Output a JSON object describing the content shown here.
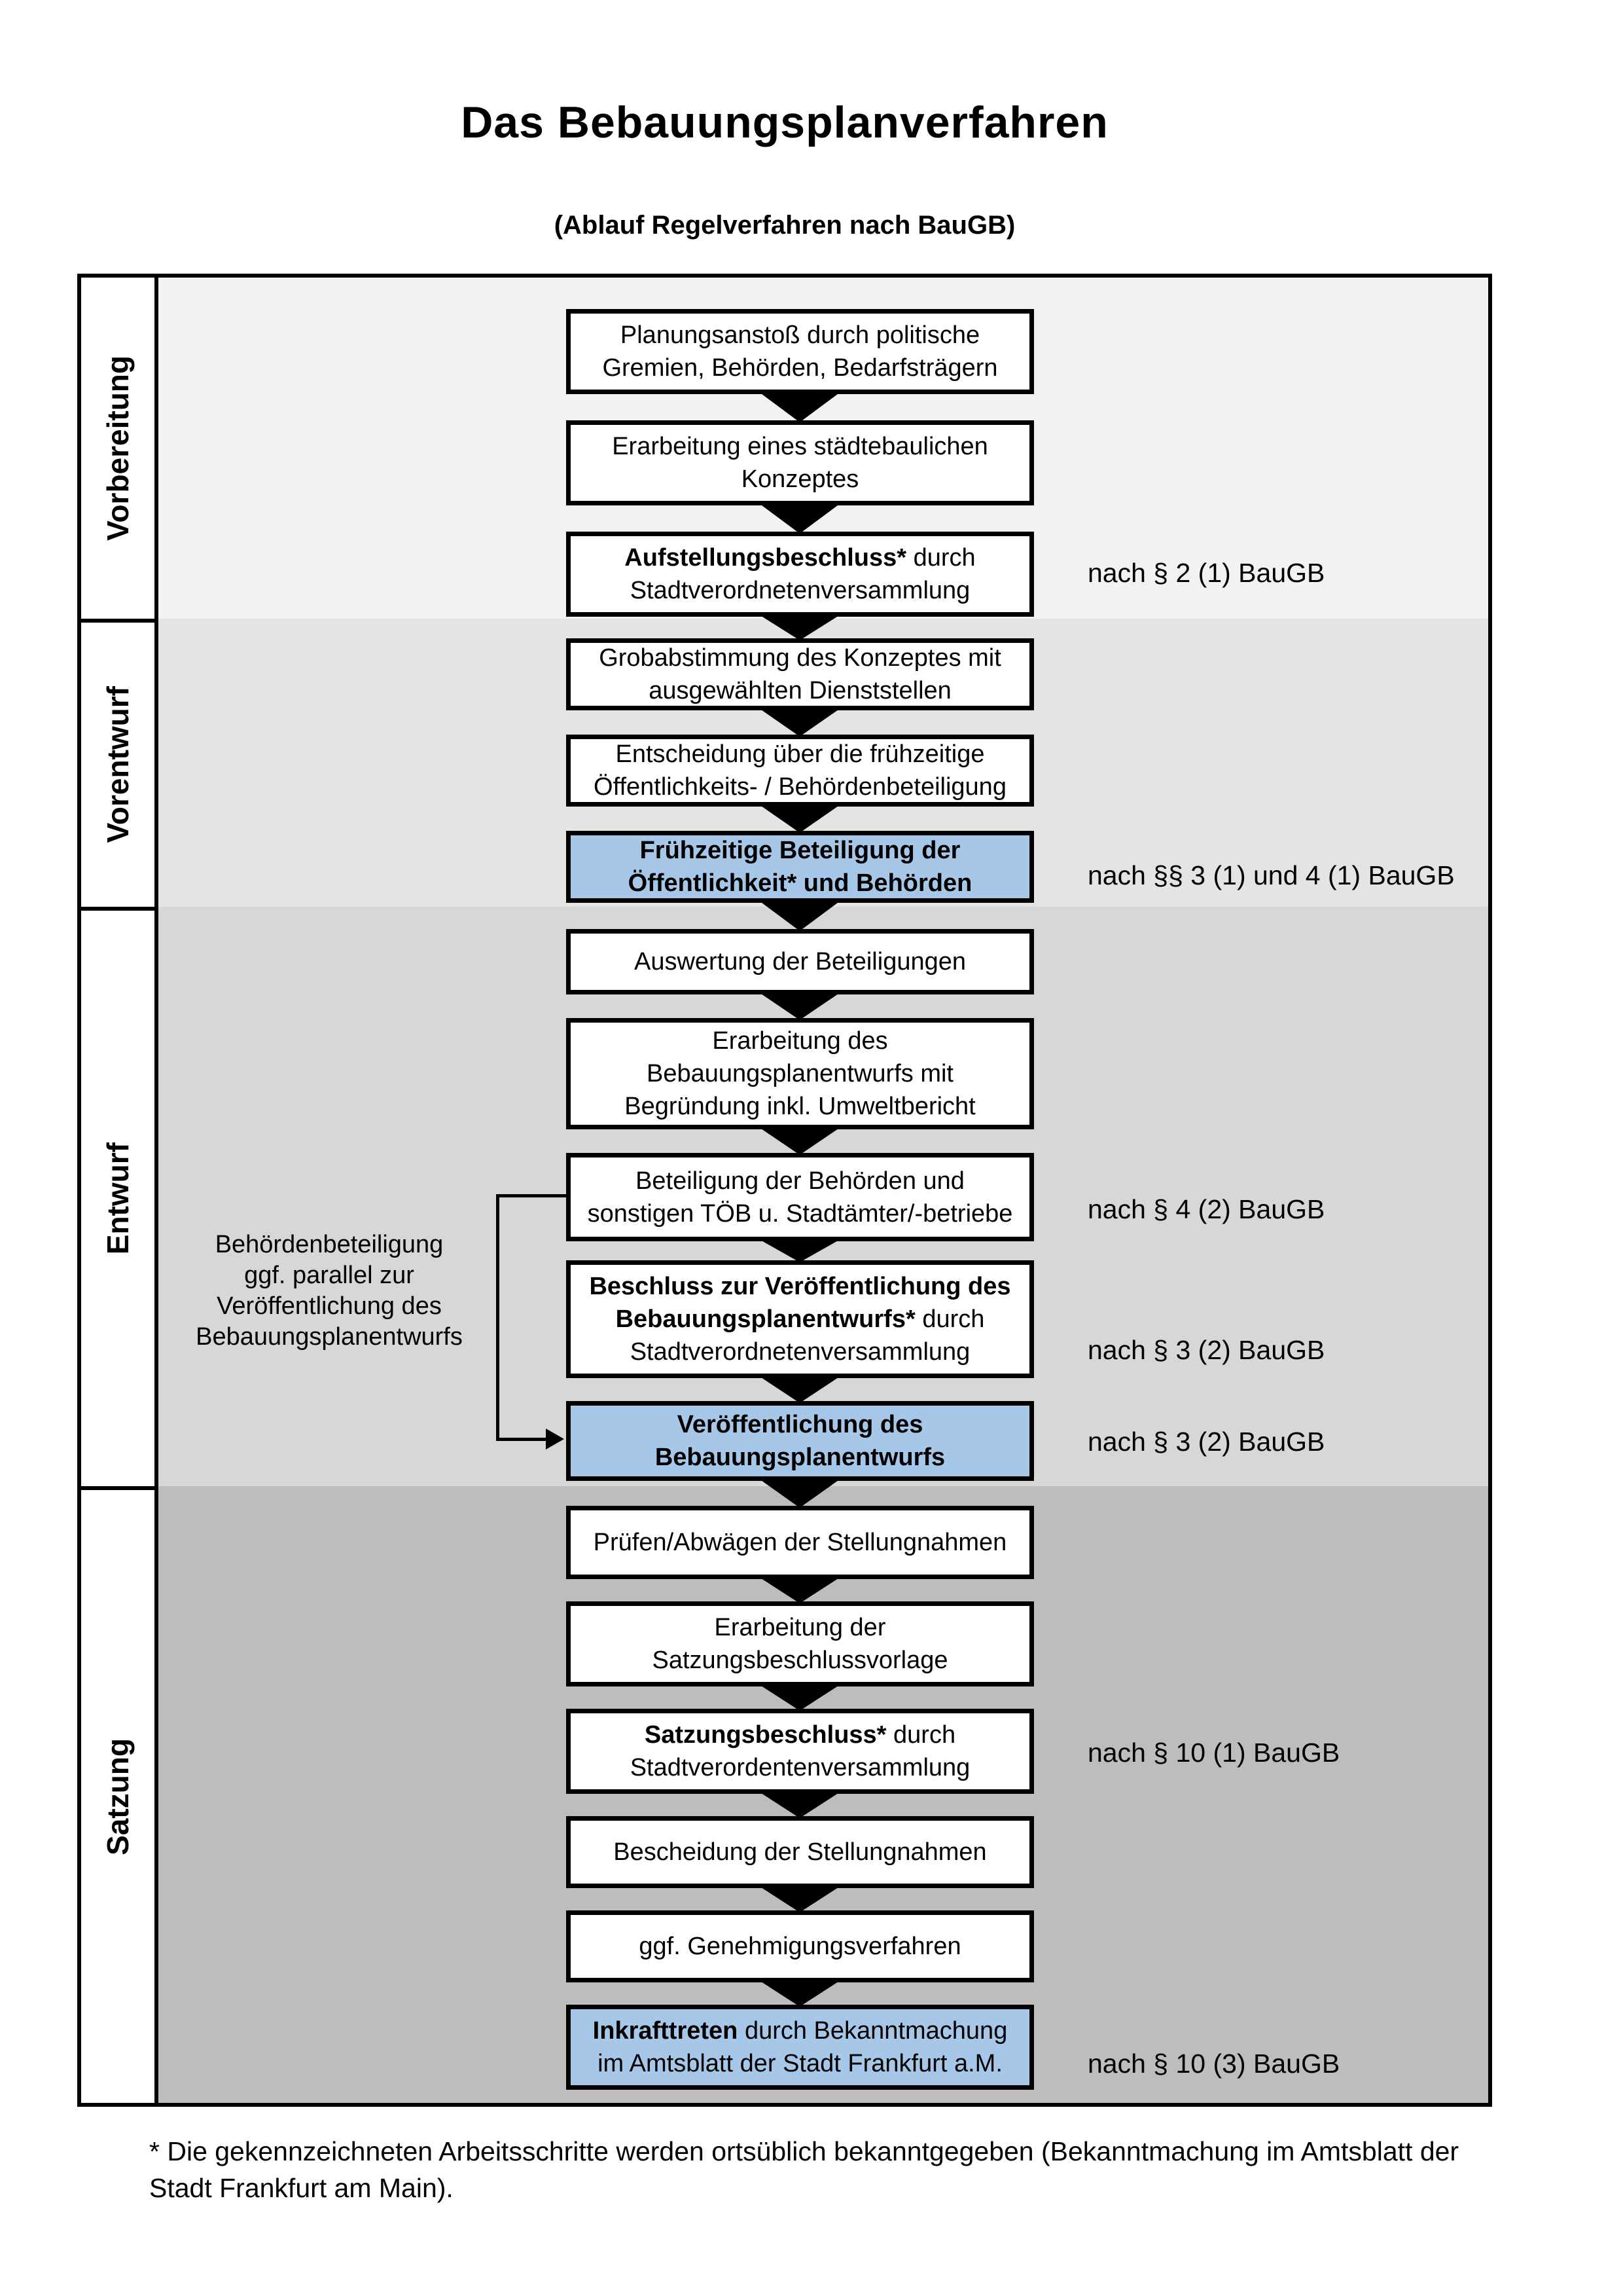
{
  "header": {
    "title": "Das Bebauungsplanverfahren",
    "subtitle": "(Ablauf Regelverfahren nach BauGB)"
  },
  "phases": [
    {
      "label": "Vorbereitung"
    },
    {
      "label": "Vorentwurf"
    },
    {
      "label": "Entwurf"
    },
    {
      "label": "Satzung"
    }
  ],
  "flow": {
    "boxes": [
      {
        "id": "planungsanstoss",
        "highlight": false,
        "ref": null,
        "lines": [
          [
            {
              "t": "Planungsanstoß durch politische",
              "b": false
            }
          ],
          [
            {
              "t": "Gremien, Behörden, Bedarfsträgern",
              "b": false
            }
          ]
        ]
      },
      {
        "id": "konzept",
        "highlight": false,
        "ref": null,
        "lines": [
          [
            {
              "t": "Erarbeitung eines städtebaulichen",
              "b": false
            }
          ],
          [
            {
              "t": "Konzeptes",
              "b": false
            }
          ]
        ]
      },
      {
        "id": "aufstellungsbeschluss",
        "highlight": false,
        "ref": "nach § 2 (1) BauGB",
        "lines": [
          [
            {
              "t": "Aufstellungsbeschluss*",
              "b": true
            },
            {
              "t": " durch",
              "b": false
            }
          ],
          [
            {
              "t": "Stadtverordnetenversammlung",
              "b": false
            }
          ]
        ]
      },
      {
        "id": "grobabstimmung",
        "highlight": false,
        "ref": null,
        "lines": [
          [
            {
              "t": "Grobabstimmung des Konzeptes mit",
              "b": false
            }
          ],
          [
            {
              "t": "ausgewählten Dienststellen",
              "b": false
            }
          ]
        ]
      },
      {
        "id": "entscheidung",
        "highlight": false,
        "ref": null,
        "lines": [
          [
            {
              "t": "Entscheidung über die frühzeitige",
              "b": false
            }
          ],
          [
            {
              "t": "Öffentlichkeits- / Behördenbeteiligung",
              "b": false
            }
          ]
        ]
      },
      {
        "id": "fruehzeitige-beteiligung",
        "highlight": true,
        "ref": "nach §§ 3 (1) und 4 (1) BauGB",
        "lines": [
          [
            {
              "t": "Frühzeitige Beteiligung der",
              "b": true
            }
          ],
          [
            {
              "t": "Öffentlichkeit* und Behörden",
              "b": true
            }
          ]
        ]
      },
      {
        "id": "auswertung",
        "highlight": false,
        "ref": null,
        "lines": [
          [
            {
              "t": "Auswertung der Beteiligungen",
              "b": false
            }
          ]
        ]
      },
      {
        "id": "erarbeitung-entwurf",
        "highlight": false,
        "ref": null,
        "lines": [
          [
            {
              "t": "Erarbeitung des",
              "b": false
            }
          ],
          [
            {
              "t": "Bebauungsplanentwurfs mit",
              "b": false
            }
          ],
          [
            {
              "t": "Begründung inkl. Umweltbericht",
              "b": false
            }
          ]
        ]
      },
      {
        "id": "beteiligung-behoerden",
        "highlight": false,
        "ref": "nach § 4 (2) BauGB",
        "lines": [
          [
            {
              "t": "Beteiligung der Behörden und",
              "b": false
            }
          ],
          [
            {
              "t": "sonstigen TÖB u. Stadtämter/-betriebe",
              "b": false
            }
          ]
        ]
      },
      {
        "id": "beschluss-veroeffentlichung",
        "highlight": false,
        "ref": "nach § 3 (2) BauGB",
        "lines": [
          [
            {
              "t": "Beschluss zur Veröffentlichung des",
              "b": true
            }
          ],
          [
            {
              "t": "Bebauungsplanentwurfs*",
              "b": true
            },
            {
              "t": " durch",
              "b": false
            }
          ],
          [
            {
              "t": "Stadtverordnetenversammlung",
              "b": false
            }
          ]
        ]
      },
      {
        "id": "veroeffentlichung",
        "highlight": true,
        "ref": "nach § 3 (2) BauGB",
        "lines": [
          [
            {
              "t": "Veröffentlichung des",
              "b": true
            }
          ],
          [
            {
              "t": "Bebauungsplanentwurfs",
              "b": true
            }
          ]
        ]
      },
      {
        "id": "pruefen-abwaegen",
        "highlight": false,
        "ref": null,
        "lines": [
          [
            {
              "t": "Prüfen/Abwägen der Stellungnahmen",
              "b": false
            }
          ]
        ]
      },
      {
        "id": "satzungsvorlage",
        "highlight": false,
        "ref": null,
        "lines": [
          [
            {
              "t": "Erarbeitung der",
              "b": false
            }
          ],
          [
            {
              "t": "Satzungsbeschlussvorlage",
              "b": false
            }
          ]
        ]
      },
      {
        "id": "satzungsbeschluss",
        "highlight": false,
        "ref": "nach § 10 (1) BauGB",
        "lines": [
          [
            {
              "t": "Satzungsbeschluss*",
              "b": true
            },
            {
              "t": " durch",
              "b": false
            }
          ],
          [
            {
              "t": "Stadtverordentenversammlung",
              "b": false
            }
          ]
        ]
      },
      {
        "id": "bescheidung",
        "highlight": false,
        "ref": null,
        "lines": [
          [
            {
              "t": "Bescheidung der Stellungnahmen",
              "b": false
            }
          ]
        ]
      },
      {
        "id": "genehmigungsverfahren",
        "highlight": false,
        "ref": null,
        "lines": [
          [
            {
              "t": "ggf. Genehmigungsverfahren",
              "b": false
            }
          ]
        ]
      },
      {
        "id": "inkrafttreten",
        "highlight": true,
        "ref": "nach § 10 (3) BauGB",
        "lines": [
          [
            {
              "t": "Inkrafttreten",
              "b": true
            },
            {
              "t": " durch Bekanntmachung",
              "b": false
            }
          ],
          [
            {
              "t": "im Amtsblatt der Stadt Frankfurt a.M.",
              "b": false
            }
          ]
        ]
      }
    ]
  },
  "side_note": {
    "lines": [
      "Behördenbeteiligung",
      "ggf. parallel zur",
      "Veröffentlichung des",
      "Bebauungsplanentwurfs"
    ]
  },
  "footnote": {
    "text": "* Die gekennzeichneten Arbeitsschritte werden ortsüblich bekanntgegeben (Bekanntmachung im Amtsblatt  der Stadt Frankfurt am Main)."
  },
  "colors": {
    "highlight_box": "#a7c7e8",
    "band_vorbereitung": "#f2f2f2",
    "band_vorentwurf": "#e4e4e4",
    "band_entwurf": "#d7d7d7",
    "band_satzung": "#bdbdbd",
    "line": "#000000"
  }
}
